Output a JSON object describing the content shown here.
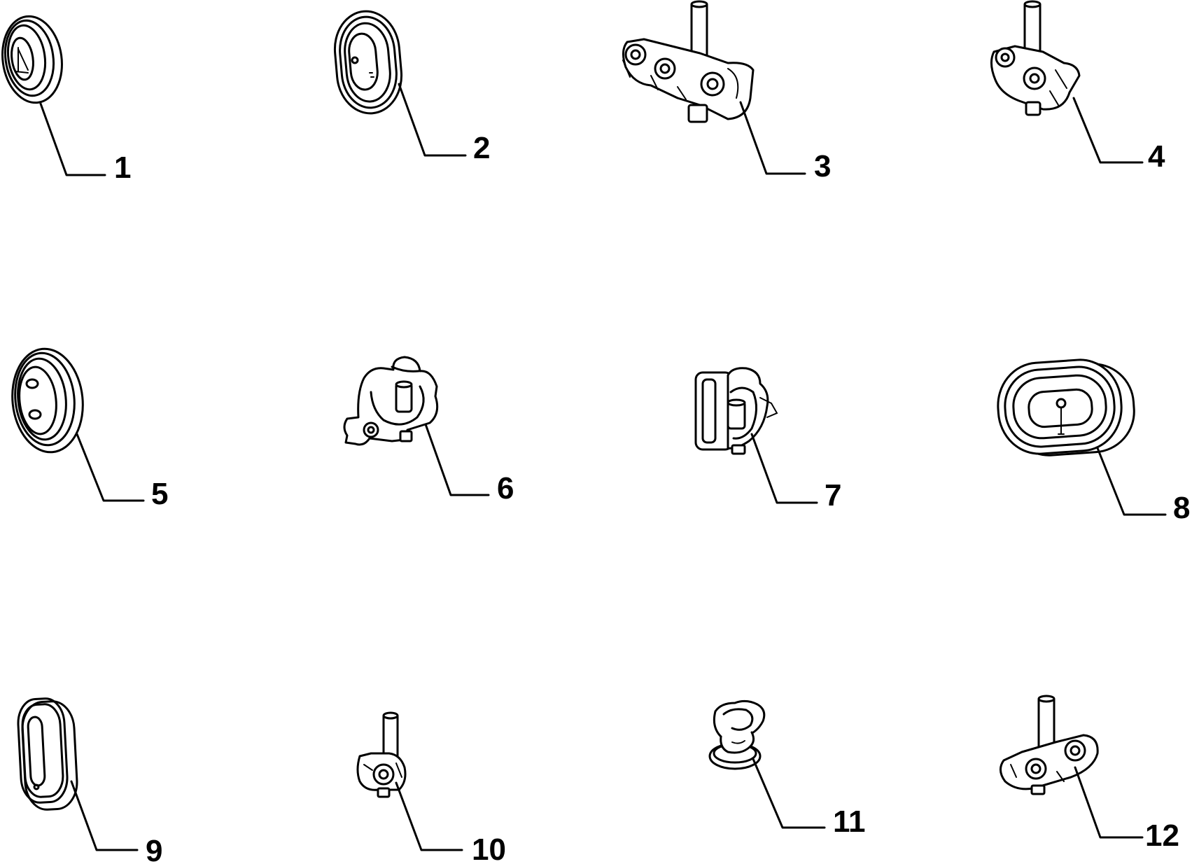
{
  "diagram": {
    "background": "#ffffff",
    "line_color": "#000000",
    "parts": [
      {
        "id": "1",
        "label": "1",
        "icon": "small-round-grommet-icon"
      },
      {
        "id": "2",
        "label": "2",
        "icon": "oval-grommet-icon"
      },
      {
        "id": "3",
        "label": "3",
        "icon": "multi-pipe-clip-icon"
      },
      {
        "id": "4",
        "label": "4",
        "icon": "double-pipe-clip-icon"
      },
      {
        "id": "5",
        "label": "5",
        "icon": "two-hole-grommet-icon"
      },
      {
        "id": "6",
        "label": "6",
        "icon": "pipe-clamp-icon"
      },
      {
        "id": "7",
        "label": "7",
        "icon": "pipe-clamp-icon"
      },
      {
        "id": "8",
        "label": "8",
        "icon": "large-oval-grommet-icon"
      },
      {
        "id": "9",
        "label": "9",
        "icon": "slot-grommet-icon"
      },
      {
        "id": "10",
        "label": "10",
        "icon": "single-pin-clip-icon"
      },
      {
        "id": "11",
        "label": "11",
        "icon": "spiral-clip-icon"
      },
      {
        "id": "12",
        "label": "12",
        "icon": "double-pin-clip-icon"
      }
    ]
  }
}
